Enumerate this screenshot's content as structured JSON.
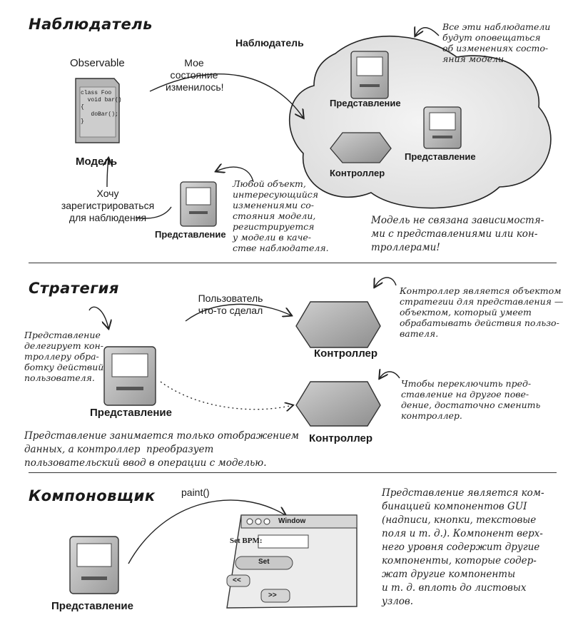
{
  "observer": {
    "title": "Наблюдатель",
    "observable_label": "Observable",
    "model_code": "class Foo\n  void bar()\n{\n   doBar();\n}",
    "model_label": "Модель",
    "message": "Мое\nсостояние\nизменилось!",
    "observer_heading": "Наблюдатель",
    "view_label_1": "Представление",
    "view_label_2": "Представление",
    "controller_label": "Контроллер",
    "note_notified": "Все эти наблюдатели\nбудут оповещаться\nоб изменениях состо-\nяния модели.",
    "register_label": "Хочу\nзарегистрироваться\nдля наблюдения",
    "view_label_3": "Представление",
    "note_any_object": "Любой объект,\nинтересующийся\nизменениями со-\nстояния модели,\nрегистрируется\nу модели в каче-\nстве наблюдателя.",
    "note_independent": "Модель не связана зависимостя-\nми с представлениями или кон-\nтроллерами!"
  },
  "strategy": {
    "title": "Стратегия",
    "user_action": "Пользователь\nчто-то сделал",
    "controller_label_1": "Контроллер",
    "controller_label_2": "Контроллер",
    "view_label": "Представление",
    "note_delegates": "Представление\nделегирует кон-\nтроллеру обра-\nботку действий\nпользователя.",
    "note_strategy": "Контроллер является объектом\nстратегии для представления —\nобъектом, который умеет\nобрабатывать действия пользо-\nвателя.",
    "note_switch": "Чтобы переключить пред-\nставление на другое пове-\nдение, достаточно сменить\nконтроллер.",
    "note_bottom": "Представление занимается только отображением\nданных, а контроллер  преобразует\nпользовательский ввод в операции с моделью."
  },
  "composite": {
    "title": "Компоновщик",
    "paint_call": "paint()",
    "window_title": "Window",
    "set_bpm_label": "Set BPM:",
    "set_button": "Set",
    "prev_button": "<<",
    "next_button": ">>",
    "view_label": "Представление",
    "note_composite": "Представление является ком-\nбинацией компонентов GUI\n(надписи, кнопки, текстовые\nполя и т. д.). Компонент верх-\nнего уровня содержит другие\nкомпоненты, которые содер-\nжат другие компоненты\nи т. д. вплоть до листовых\nузлов."
  }
}
